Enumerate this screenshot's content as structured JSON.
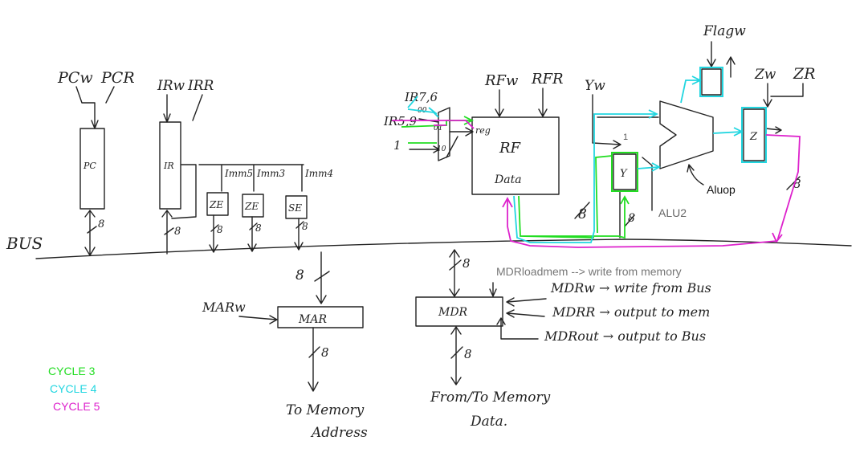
{
  "labels": {
    "pc_w": "PCw",
    "pc_r": "PCR",
    "pc": "PC",
    "ir_w": "IRw",
    "ir_r": "IRR",
    "ir": "IR",
    "imm5": "Imm5",
    "imm3": "Imm3",
    "imm4": "Imm4",
    "ze1": "ZE",
    "ze2": "ZE",
    "se": "SE",
    "bus": "BUS",
    "ir76": "IR7,6",
    "ir59": "IR5,9",
    "const1": "1",
    "mux_in0": "00",
    "mux_in1": "01",
    "mux_in2": "10",
    "reg_in": "reg",
    "rf_w": "RFw",
    "rf_r": "RFR",
    "rf": "RF",
    "rf_data": "Data",
    "y_w": "Yw",
    "y": "Y",
    "one": "1",
    "alu2": "ALU2",
    "aluop": "Aluop",
    "flag_w": "Flagw",
    "z_w": "Zw",
    "z_r": "ZR",
    "z": "Z",
    "mar_w": "MARw",
    "mar": "MAR",
    "mdr": "MDR",
    "mdr_loadmem": "MDRloadmem --> write from memory",
    "mdr_w": "MDRw → write from Bus",
    "mdr_r": "MDRR → output to mem",
    "mdr_out": "MDRout → output to Bus",
    "to_memory_1": "To Memory",
    "to_memory_2": "Address",
    "from_memory_1": "From/To Memory",
    "from_memory_2": "Data.",
    "width_8": "8"
  },
  "legend": {
    "cycle3": "CYCLE 3",
    "cycle4": "CYCLE 4",
    "cycle5": "CYCLE 5"
  },
  "colors": {
    "cycle3": "#22dd22",
    "cycle4": "#22d6e0",
    "cycle5": "#dd22cc",
    "ink": "#222222",
    "gray": "#777777"
  }
}
